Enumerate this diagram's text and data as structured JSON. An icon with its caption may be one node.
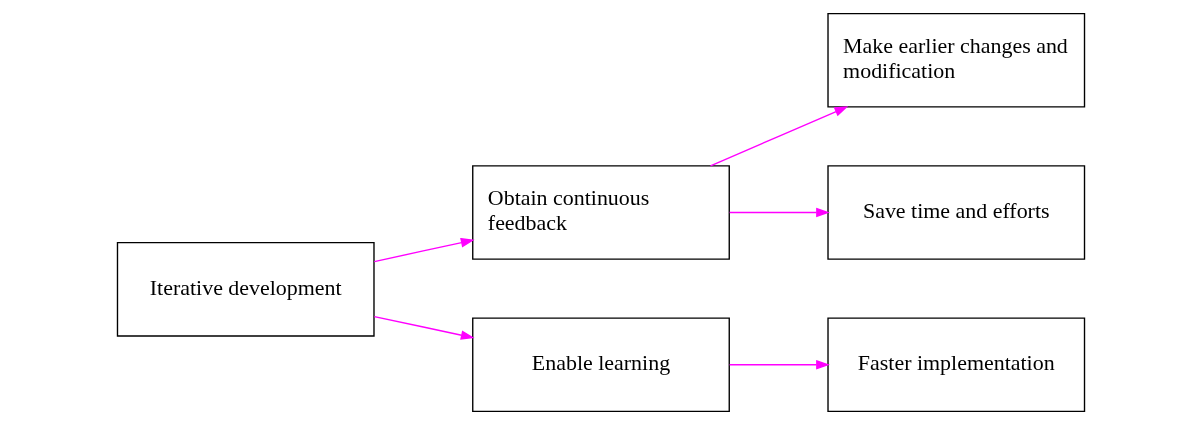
{
  "diagram": {
    "nodes": [
      {
        "text": [
          "Iterative development"
        ]
      },
      {
        "text": [
          "Obtain continuous feedback"
        ]
      },
      {
        "text": [
          "Make earlier changes and modification"
        ]
      },
      {
        "text": [
          "Enable learning"
        ]
      },
      {
        "text": [
          "Save time and efforts"
        ]
      },
      {
        "text": [
          "Faster implementation"
        ]
      }
    ],
    "edges": [
      {
        "from": 0,
        "to": 1,
        "arrow": "to"
      },
      {
        "from": 0,
        "to": 3,
        "arrow": "to"
      },
      {
        "from": 1,
        "to": 2,
        "arrow": "to"
      },
      {
        "from": 1,
        "to": 4,
        "arrow": "to"
      },
      {
        "from": 3,
        "to": 5,
        "arrow": "to"
      }
    ]
  }
}
